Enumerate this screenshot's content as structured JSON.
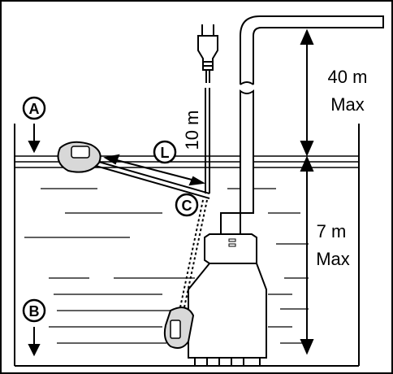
{
  "labels": {
    "depth_value": "40 m",
    "depth_unit": "Max",
    "immersion_value": "7 m",
    "immersion_unit": "Max",
    "cable_length": "10 m",
    "marker_a": "A",
    "marker_b": "B",
    "marker_c": "C",
    "marker_l": "L"
  },
  "colors": {
    "line": "#000000",
    "fill": "#ffffff",
    "float_fill": "#d8d8d8"
  },
  "icons": {
    "plug": "plug-icon",
    "pump": "pump-icon",
    "float_switch": "float-switch-icon"
  }
}
